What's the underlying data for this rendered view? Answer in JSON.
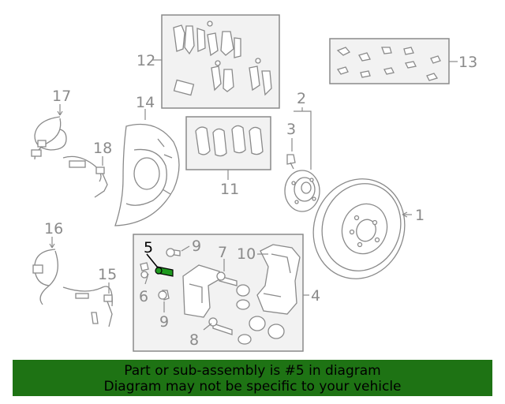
{
  "callouts": {
    "c1": "1",
    "c2": "2",
    "c3": "3",
    "c4": "4",
    "c5": "5",
    "c6": "6",
    "c7": "7",
    "c8": "8",
    "c9a": "9",
    "c9b": "9",
    "c10": "10",
    "c11": "11",
    "c12": "12",
    "c13": "13",
    "c14": "14",
    "c15": "15",
    "c16": "16",
    "c17": "17",
    "c18": "18"
  },
  "highlight": {
    "part_number": "5",
    "color": "#1f9a1f"
  },
  "banner": {
    "line1": "Part or sub-assembly is #5 in diagram",
    "line2": "Diagram may not be specific to your vehicle",
    "background": "#1e7314"
  }
}
